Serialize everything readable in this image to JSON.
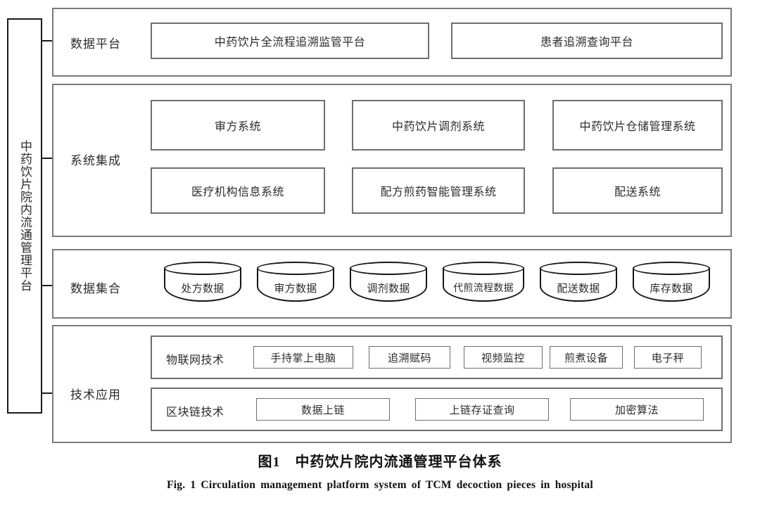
{
  "figure": {
    "platform_label": "中药饮片院内流通管理平台",
    "caption_cn": "图1　中药饮片院内流通管理平台体系",
    "caption_en": "Fig. 1   Circulation management platform system of TCM decoction pieces in hospital"
  },
  "sections": {
    "data_platform": {
      "label": "数据平台",
      "items": [
        "中药饮片全流程追溯监管平台",
        "患者追溯查询平台"
      ]
    },
    "system_integration": {
      "label": "系统集成",
      "row1": [
        "审方系统",
        "中药饮片调剂系统",
        "中药饮片仓储管理系统"
      ],
      "row2": [
        "医疗机构信息系统",
        "配方煎药智能管理系统",
        "配送系统"
      ]
    },
    "data_aggregation": {
      "label": "数据集合",
      "items": [
        "处方数据",
        "审方数据",
        "调剂数据",
        "代煎流程数据",
        "配送数据",
        "库存数据"
      ]
    },
    "technology_application": {
      "label": "技术应用",
      "iot": {
        "head": "物联网技术",
        "items": [
          "手持掌上电脑",
          "追溯赋码",
          "视频监控",
          "煎煮设备",
          "电子秤"
        ]
      },
      "blockchain": {
        "head": "区块链技术",
        "items": [
          "数据上链",
          "上链存证查询",
          "加密算法"
        ]
      }
    }
  },
  "colors": {
    "stroke_dark": "#1a1a1a",
    "stroke_gray": "#7a7a7a",
    "background": "#ffffff",
    "text": "#2b2b2b"
  }
}
